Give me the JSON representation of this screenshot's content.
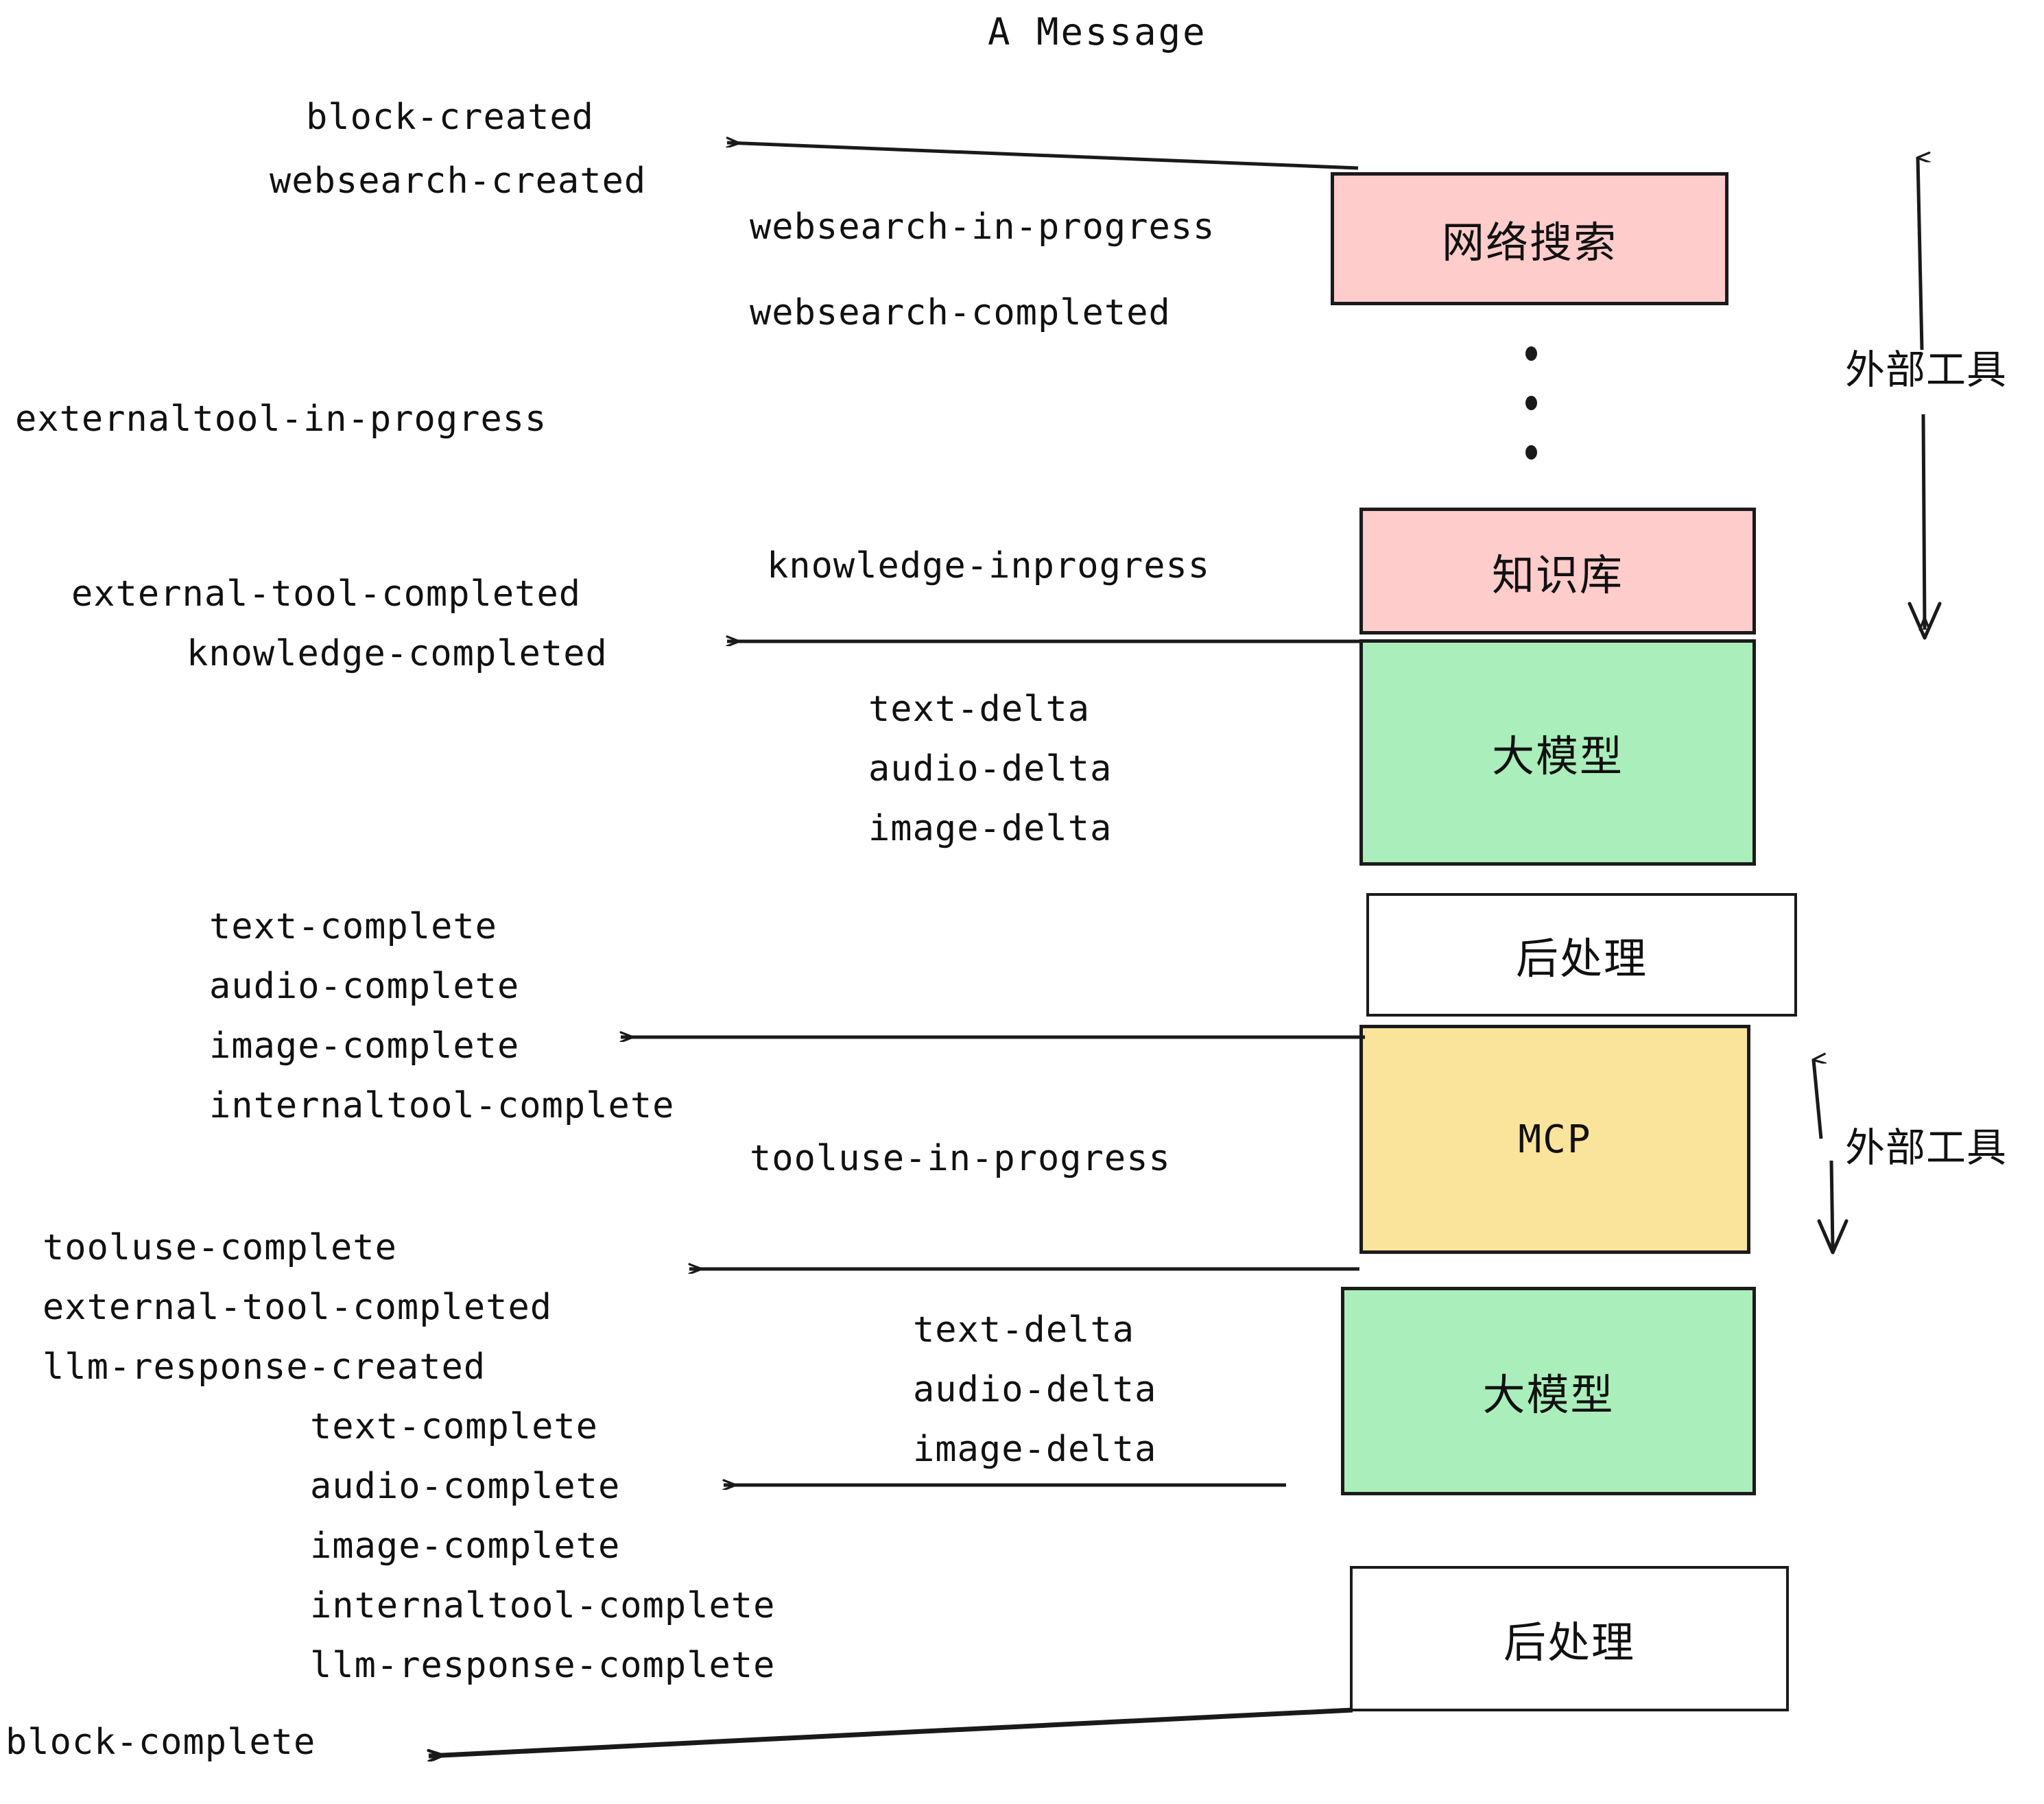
{
  "title": "A Message",
  "colors": {
    "pink": "#FFCCCC",
    "green": "#AAEEBB",
    "yellow": "#FAE49C",
    "white": "#FFFFFF",
    "stroke": "#1B1B1B",
    "text": "#111111",
    "background": "#FFFFFF"
  },
  "nodes": [
    {
      "id": "websearch",
      "label": "网络搜索",
      "fill": "#FFCCCC"
    },
    {
      "id": "knowledge",
      "label": "知识库",
      "fill": "#FFCCCC"
    },
    {
      "id": "llm-top",
      "label": "大模型",
      "fill": "#AAEEBB"
    },
    {
      "id": "postprocess-top",
      "label": "后处理",
      "fill": "#FFFFFF"
    },
    {
      "id": "mcp",
      "label": "MCP",
      "fill": "#FAE49C"
    },
    {
      "id": "llm-bottom",
      "label": "大模型",
      "fill": "#AAEEBB"
    },
    {
      "id": "postprocess-bottom",
      "label": "后处理",
      "fill": "#FFFFFF"
    }
  ],
  "side_labels": [
    {
      "id": "external-tools-top",
      "label": "外部工具"
    },
    {
      "id": "external-tools-bottom",
      "label": "外部工具"
    }
  ],
  "events": [
    {
      "id": "block-created",
      "text": "block-created"
    },
    {
      "id": "websearch-created",
      "text": "websearch-created"
    },
    {
      "id": "websearch-in-progress",
      "text": "websearch-in-progress"
    },
    {
      "id": "websearch-completed",
      "text": "websearch-completed"
    },
    {
      "id": "externaltool-in-progress",
      "text": "externaltool-in-progress"
    },
    {
      "id": "knowledge-inprogress",
      "text": "knowledge-inprogress"
    },
    {
      "id": "external-tool-completed-1",
      "text": "external-tool-completed"
    },
    {
      "id": "knowledge-completed",
      "text": "knowledge-completed"
    },
    {
      "id": "text-delta-1",
      "text": "text-delta"
    },
    {
      "id": "audio-delta-1",
      "text": "audio-delta"
    },
    {
      "id": "image-delta-1",
      "text": "image-delta"
    },
    {
      "id": "text-complete-1",
      "text": "text-complete"
    },
    {
      "id": "audio-complete-1",
      "text": "audio-complete"
    },
    {
      "id": "image-complete-1",
      "text": "image-complete"
    },
    {
      "id": "internaltool-complete-1",
      "text": "internaltool-complete"
    },
    {
      "id": "tooluse-in-progress",
      "text": "tooluse-in-progress"
    },
    {
      "id": "tooluse-complete",
      "text": "tooluse-complete"
    },
    {
      "id": "external-tool-completed-2",
      "text": "external-tool-completed"
    },
    {
      "id": "llm-response-created",
      "text": "llm-response-created"
    },
    {
      "id": "text-delta-2",
      "text": "text-delta"
    },
    {
      "id": "audio-delta-2",
      "text": "audio-delta"
    },
    {
      "id": "image-delta-2",
      "text": "image-delta"
    },
    {
      "id": "text-complete-2",
      "text": "text-complete"
    },
    {
      "id": "audio-complete-2",
      "text": "audio-complete"
    },
    {
      "id": "image-complete-2",
      "text": "image-complete"
    },
    {
      "id": "internaltool-complete-2",
      "text": "internaltool-complete"
    },
    {
      "id": "llm-response-complete",
      "text": "llm-response-complete"
    },
    {
      "id": "block-complete",
      "text": "block-complete"
    }
  ]
}
